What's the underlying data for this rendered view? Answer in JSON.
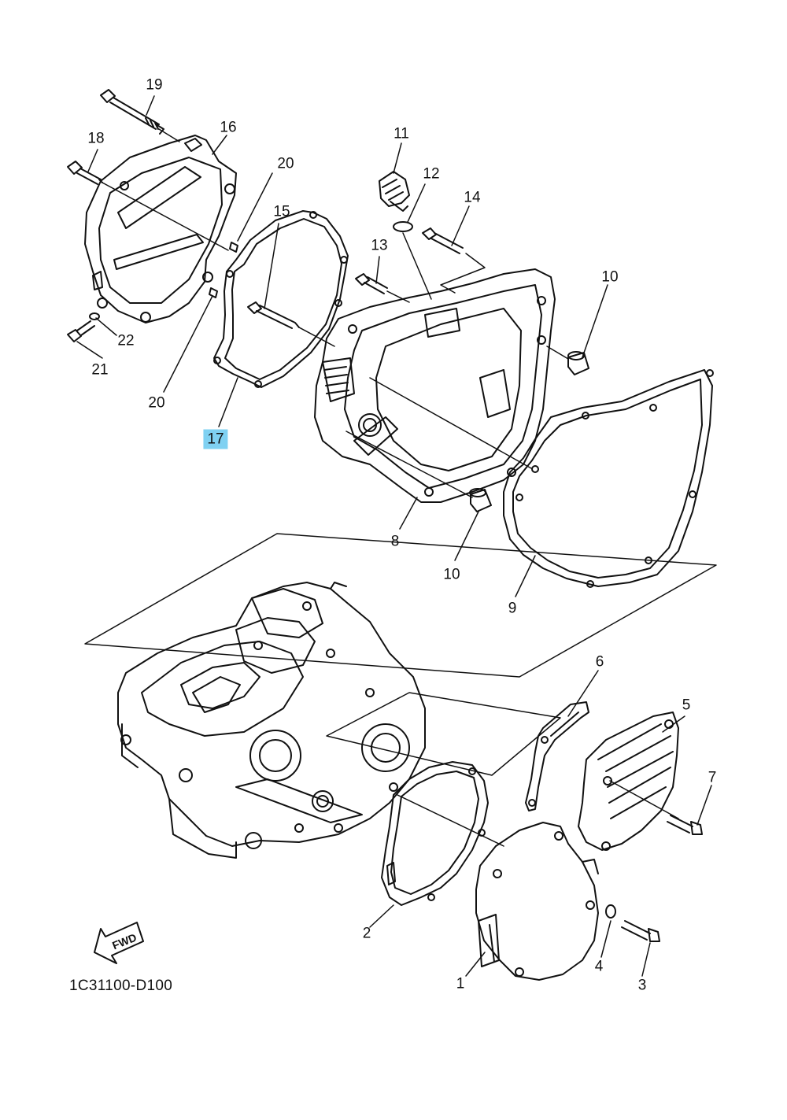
{
  "diagram": {
    "code": "1C31100-D100",
    "fwd_label": "FWD",
    "selected_callout": "17",
    "callouts": [
      {
        "id": "c1",
        "label": "1"
      },
      {
        "id": "c2",
        "label": "2"
      },
      {
        "id": "c3",
        "label": "3"
      },
      {
        "id": "c4",
        "label": "4"
      },
      {
        "id": "c5",
        "label": "5"
      },
      {
        "id": "c6",
        "label": "6"
      },
      {
        "id": "c7",
        "label": "7"
      },
      {
        "id": "c8",
        "label": "8"
      },
      {
        "id": "c9",
        "label": "9"
      },
      {
        "id": "c10a",
        "label": "10"
      },
      {
        "id": "c10b",
        "label": "10"
      },
      {
        "id": "c11",
        "label": "11"
      },
      {
        "id": "c12",
        "label": "12"
      },
      {
        "id": "c13",
        "label": "13"
      },
      {
        "id": "c14",
        "label": "14"
      },
      {
        "id": "c15",
        "label": "15"
      },
      {
        "id": "c16",
        "label": "16"
      },
      {
        "id": "c17",
        "label": "17"
      },
      {
        "id": "c18",
        "label": "18"
      },
      {
        "id": "c19",
        "label": "19"
      },
      {
        "id": "c20a",
        "label": "20"
      },
      {
        "id": "c20b",
        "label": "20"
      },
      {
        "id": "c21",
        "label": "21"
      },
      {
        "id": "c22",
        "label": "22"
      }
    ]
  }
}
